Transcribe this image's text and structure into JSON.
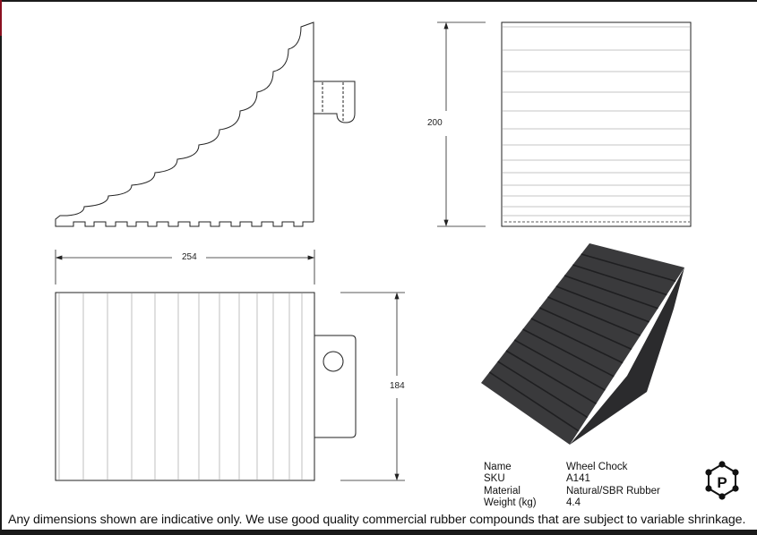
{
  "dimensions": {
    "height": "200",
    "length": "254",
    "width": "184"
  },
  "specs": [
    {
      "label": "Name",
      "value": "Wheel Chock"
    },
    {
      "label": "SKU",
      "value": "A141"
    },
    {
      "label": "Material",
      "value": "Natural/SBR Rubber"
    },
    {
      "label": "Weight (kg)",
      "value": "4.4"
    }
  ],
  "logo": {
    "letter": "P"
  },
  "disclaimer": "Any dimensions shown are indicative only. We use good quality commercial rubber compounds that are subject to variable shrinkage.",
  "colors": {
    "line": "#222222",
    "rib": "#b0b0b0",
    "rubber": "#3a3a3c",
    "rubber_side": "#2b2b2d",
    "border": "#1a1a1a",
    "accent_left": "#8b1020"
  }
}
